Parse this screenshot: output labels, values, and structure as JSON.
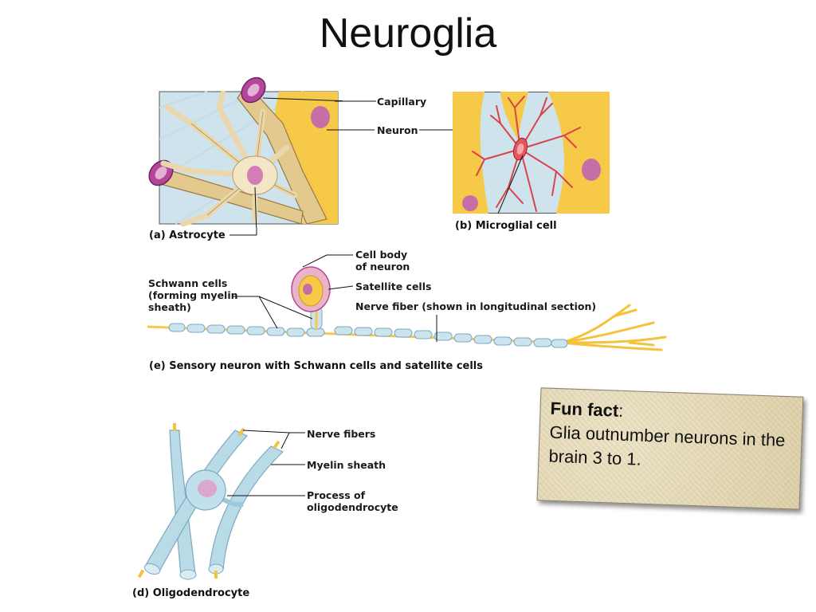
{
  "title": "Neuroglia",
  "panels": {
    "astrocyte": {
      "caption": "(a) Astrocyte",
      "labels": {
        "capillary": "Capillary",
        "neuron": "Neuron"
      }
    },
    "microglia": {
      "caption": "(b) Microglial cell"
    },
    "sensory": {
      "caption": "(e) Sensory neuron with Schwann cells and satellite cells",
      "labels": {
        "cell_body_1": "Cell body",
        "cell_body_2": "of neuron",
        "satellite": "Satellite cells",
        "nerve_fiber": "Nerve fiber (shown in longitudinal section)",
        "schwann_1": "Schwann cells",
        "schwann_2": "(forming myelin",
        "schwann_3": "sheath)"
      }
    },
    "oligodendrocyte": {
      "caption": "(d) Oligodendrocyte",
      "labels": {
        "nerve_fibers": "Nerve fibers",
        "myelin": "Myelin sheath",
        "process_1": "Process of",
        "process_2": "oligodendrocyte"
      }
    }
  },
  "fun_fact": {
    "heading": "Fun fact",
    "colon": ":",
    "text": "Glia outnumber neurons in the brain 3 to 1."
  },
  "colors": {
    "neuron_yellow": "#f7c948",
    "astrocyte_tan": "#ead7ad",
    "capillary_purple": "#b5479a",
    "microglia_red": "#d9434a",
    "myelin_blue": "#b9dbe8"
  }
}
